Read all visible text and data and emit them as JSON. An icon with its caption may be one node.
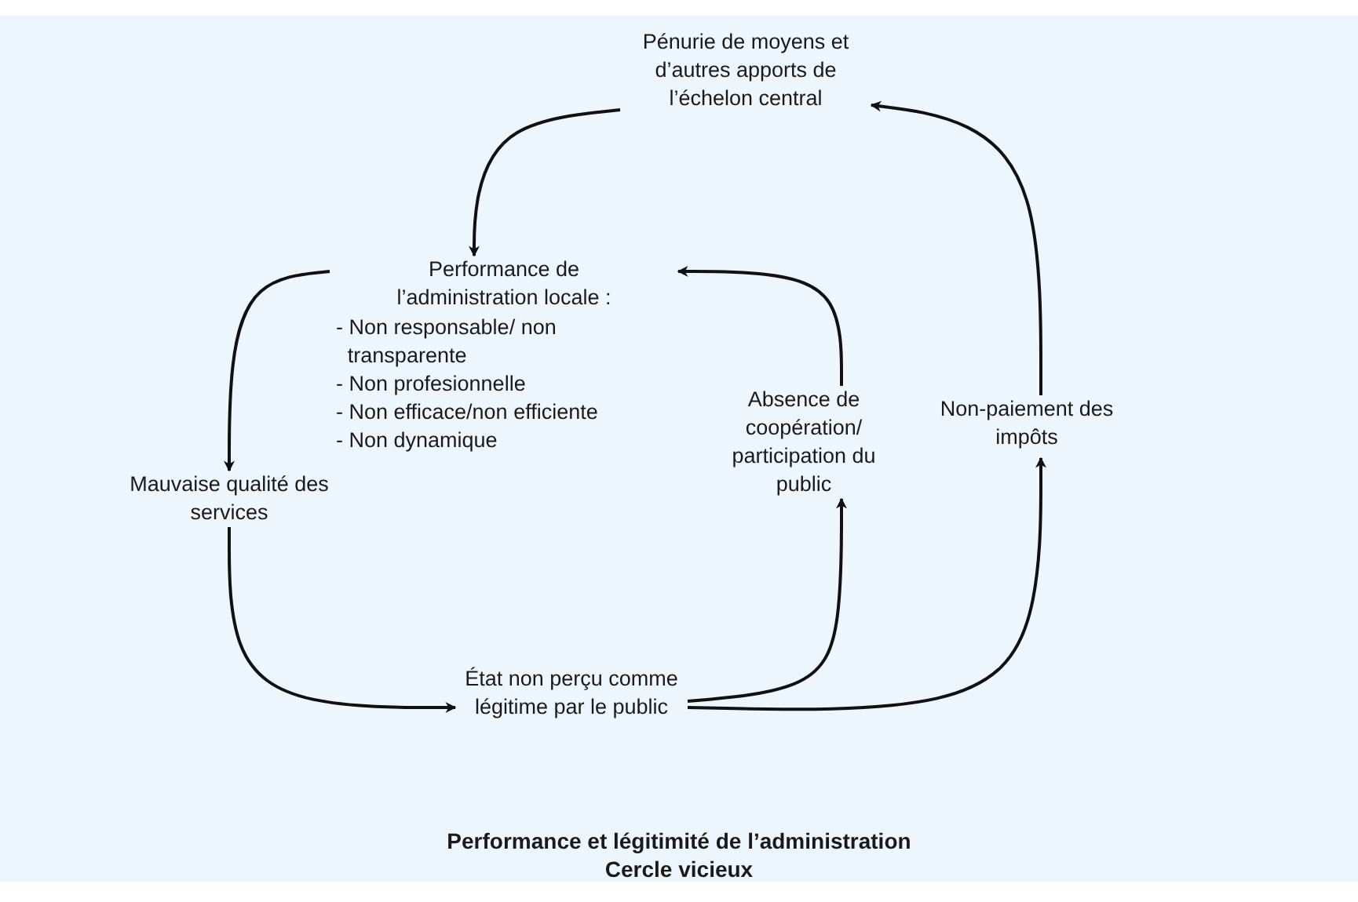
{
  "diagram": {
    "title": "Performance et légitimité de l’administration",
    "caption": "Cercle vicieux",
    "nodes": [
      {
        "text": [
          "Pénurie de moyens et d’autres apports de l’échelon central"
        ]
      },
      {
        "text": [
          "Performance de l’administration locale :",
          "- Non responsable/ non transparente",
          "- Non profesionnelle",
          "- Non efficace/non efficiente",
          "- Non dynamique"
        ]
      },
      {
        "text": [
          "Absence de coopération/ participation du public"
        ]
      },
      {
        "text": [
          "Non-paiement des impôts"
        ]
      },
      {
        "text": [
          "Mauvaise qualité des services"
        ]
      },
      {
        "text": [
          "État non perçu comme légitime par le public"
        ]
      }
    ],
    "edges": [
      {
        "from": 0,
        "to": 1,
        "arrow": "to"
      },
      {
        "from": 1,
        "to": 4,
        "arrow": "to"
      },
      {
        "from": 4,
        "to": 5,
        "arrow": "to"
      },
      {
        "from": 5,
        "to": 2,
        "arrow": "to"
      },
      {
        "from": 5,
        "to": 3,
        "arrow": "to"
      },
      {
        "from": 2,
        "to": 1,
        "arrow": "to"
      },
      {
        "from": 3,
        "to": 0,
        "arrow": "to"
      }
    ]
  }
}
